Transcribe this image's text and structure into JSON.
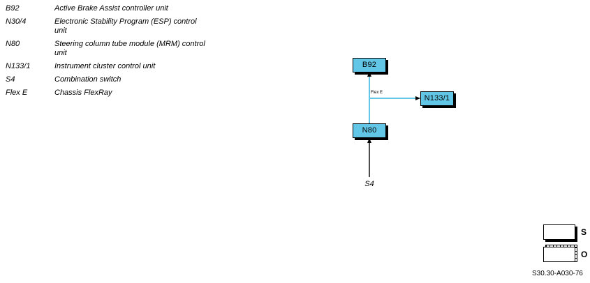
{
  "legend": {
    "items": [
      {
        "code": "B92",
        "description": "Active Brake Assist controller unit"
      },
      {
        "code": "N30/4",
        "description": "Electronic Stability Program (ESP) control unit"
      },
      {
        "code": "N80",
        "description": "Steering column tube module (MRM) control unit"
      },
      {
        "code": "N133/1",
        "description": "Instrument cluster control unit"
      },
      {
        "code": "S4",
        "description": "Combination switch"
      },
      {
        "code": "Flex E",
        "description": "Chassis FlexRay"
      }
    ]
  },
  "diagram": {
    "nodes": [
      {
        "id": "B92",
        "label": "B92"
      },
      {
        "id": "N80",
        "label": "N80"
      },
      {
        "id": "N133/1",
        "label": "N133/1"
      }
    ],
    "edge_labels": {
      "flex_e": "Flex E"
    },
    "external_labels": {
      "s4": "S4"
    },
    "colors": {
      "node_fill": "#62C6E6",
      "node_border": "#000000",
      "bus_line": "#62C6E6",
      "signal_line": "#000000"
    }
  },
  "symbol_legend": {
    "rows": [
      {
        "symbol": "solid-box",
        "label": "S"
      },
      {
        "symbol": "hatched-box",
        "label": "O"
      }
    ]
  },
  "diagram_ref": "S30.30-A030-76"
}
